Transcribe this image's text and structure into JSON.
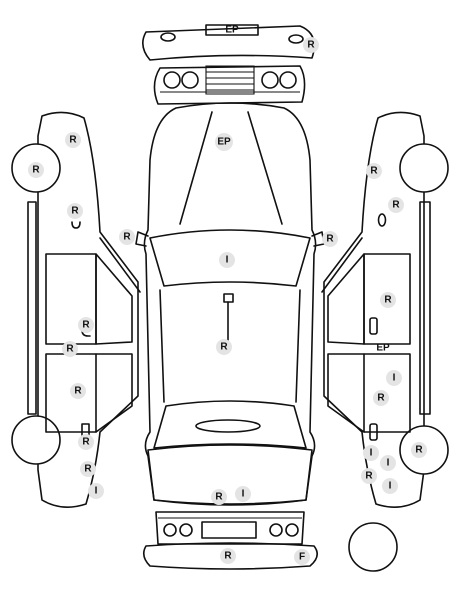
{
  "diagram": {
    "legend_codes": [
      "R",
      "EP",
      "I",
      "F"
    ]
  },
  "markers": [
    {
      "id": "front-bumper-code",
      "code": "EP",
      "style": "plain"
    },
    {
      "id": "front-bumper-right",
      "code": "R",
      "style": "badge"
    },
    {
      "id": "hood",
      "code": "EP",
      "style": "badge"
    },
    {
      "id": "left-mirror",
      "code": "R",
      "style": "badge"
    },
    {
      "id": "right-mirror",
      "code": "R",
      "style": "badge"
    },
    {
      "id": "windshield",
      "code": "I",
      "style": "badge"
    },
    {
      "id": "roof",
      "code": "R",
      "style": "badge"
    },
    {
      "id": "rear-trunk-1",
      "code": "R",
      "style": "badge"
    },
    {
      "id": "rear-trunk-2",
      "code": "I",
      "style": "badge"
    },
    {
      "id": "rear-bumper-1",
      "code": "R",
      "style": "badge"
    },
    {
      "id": "rear-bumper-2",
      "code": "F",
      "style": "badge"
    },
    {
      "id": "left-front-fender",
      "code": "R",
      "style": "badge"
    },
    {
      "id": "left-front-wheel",
      "code": "R",
      "style": "badge"
    },
    {
      "id": "left-fender-lower",
      "code": "R",
      "style": "badge"
    },
    {
      "id": "left-front-door-1",
      "code": "R",
      "style": "badge"
    },
    {
      "id": "left-front-door-2",
      "code": "R",
      "style": "badge"
    },
    {
      "id": "left-rear-door-1",
      "code": "R",
      "style": "badge"
    },
    {
      "id": "left-rear-door-2",
      "code": "R",
      "style": "badge"
    },
    {
      "id": "left-quarter-1",
      "code": "R",
      "style": "badge"
    },
    {
      "id": "left-quarter-2",
      "code": "I",
      "style": "badge"
    },
    {
      "id": "right-front-fender-1",
      "code": "R",
      "style": "badge"
    },
    {
      "id": "right-front-fender-2",
      "code": "R",
      "style": "badge"
    },
    {
      "id": "right-front-door",
      "code": "R",
      "style": "badge"
    },
    {
      "id": "right-pillar",
      "code": "EP",
      "style": "plain"
    },
    {
      "id": "right-rear-door-1",
      "code": "I",
      "style": "badge"
    },
    {
      "id": "right-rear-door-2",
      "code": "R",
      "style": "badge"
    },
    {
      "id": "right-quarter-1",
      "code": "I",
      "style": "badge"
    },
    {
      "id": "right-quarter-2",
      "code": "I",
      "style": "badge"
    },
    {
      "id": "right-quarter-3",
      "code": "R",
      "style": "badge"
    },
    {
      "id": "right-quarter-4",
      "code": "I",
      "style": "badge"
    },
    {
      "id": "right-rear-wheel",
      "code": "R",
      "style": "badge"
    }
  ]
}
